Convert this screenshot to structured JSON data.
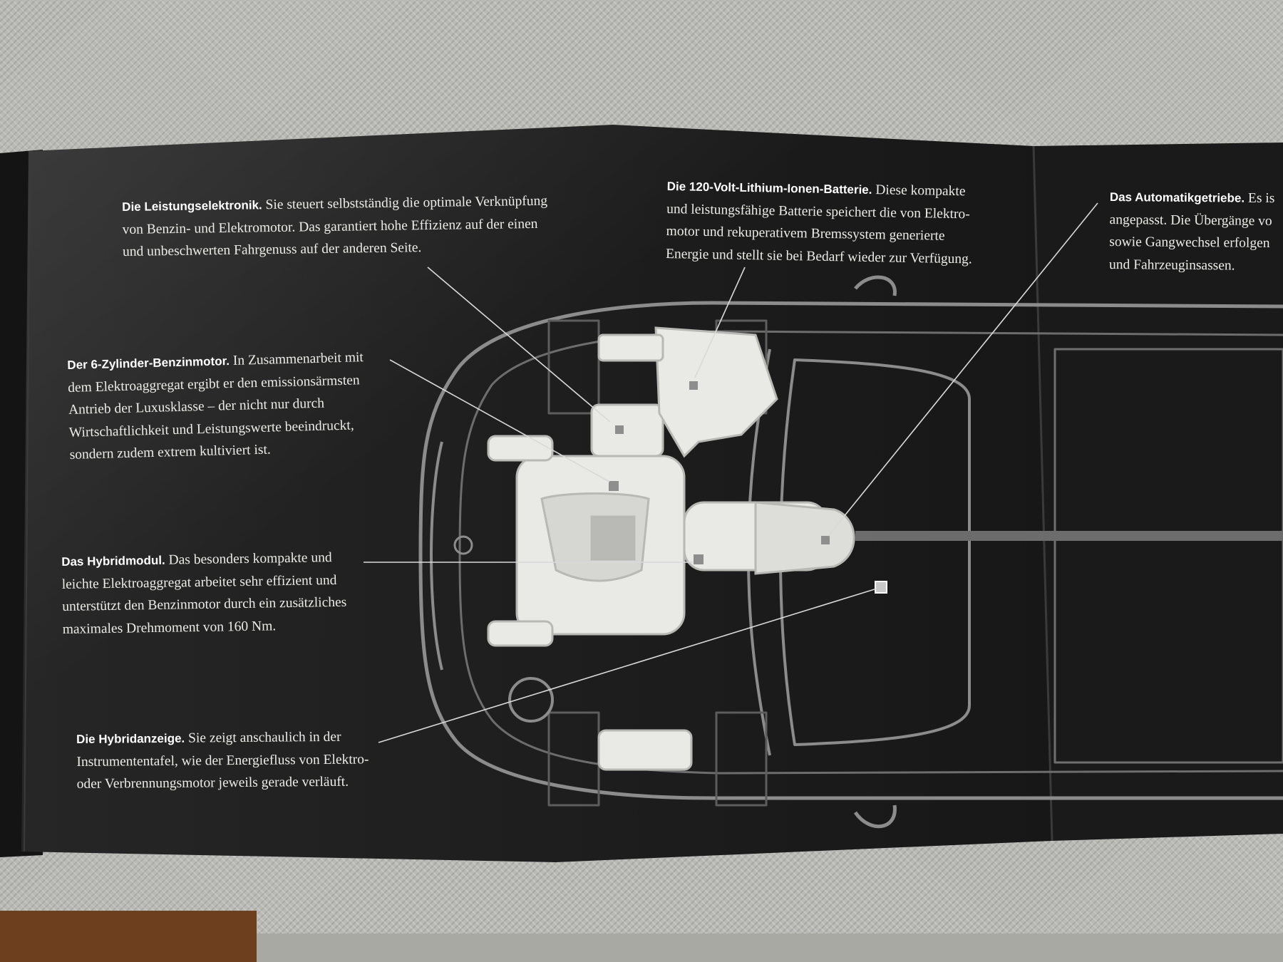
{
  "brochure": {
    "captions": [
      {
        "title": "Die Leistungselektronik.",
        "body": "Sie steuert selbstständig die optimale Verknüpfung\nvon Benzin- und Elektromotor. Das garantiert hohe Effizienz auf der einen\nund unbeschwerten Fahrgenuss auf der anderen Seite."
      },
      {
        "title": "Die 120-Volt-Lithium-Ionen-Batterie.",
        "body": "Diese kompakte\nund leistungsfähige Batterie speichert die von Elektro-\nmotor und rekuperativem Bremssystem generierte\nEnergie und stellt sie bei Bedarf wieder zur Verfügung."
      },
      {
        "title": "Das Automatikgetriebe.",
        "body": "Es is\nangepasst. Die Übergänge vo\nsowie Gangwechsel erfolgen\nund Fahrzeuginsassen."
      },
      {
        "title": "Der 6-Zylinder-Benzinmotor.",
        "body": "In Zusammenarbeit mit\ndem Elektroaggregat ergibt er den emissionsärmsten\nAntrieb der Luxusklasse – der nicht nur durch\nWirtschaftlichkeit und Leistungswerte beeindruckt,\nsondern zudem extrem kultiviert ist."
      },
      {
        "title": "Das Hybridmodul.",
        "body": "Das besonders kompakte und\nleichte Elektroaggregat arbeitet sehr effizient und\nunterstützt den Benzinmotor durch ein zusätzliches\nmaximales Drehmoment von 160 Nm."
      },
      {
        "title": "Die Hybridanzeige.",
        "body": "Sie zeigt anschaulich in der\nInstrumententafel, wie der Energiefluss von Elektro-\noder Verbrennungsmotor jeweils gerade verläuft."
      }
    ]
  },
  "colors": {
    "page": "#1b1b1b",
    "car_outline": "#8c8c8c",
    "component_fill": "#e9e9e6",
    "text": "#ecece8",
    "background_mat": "#b9b9b5"
  }
}
